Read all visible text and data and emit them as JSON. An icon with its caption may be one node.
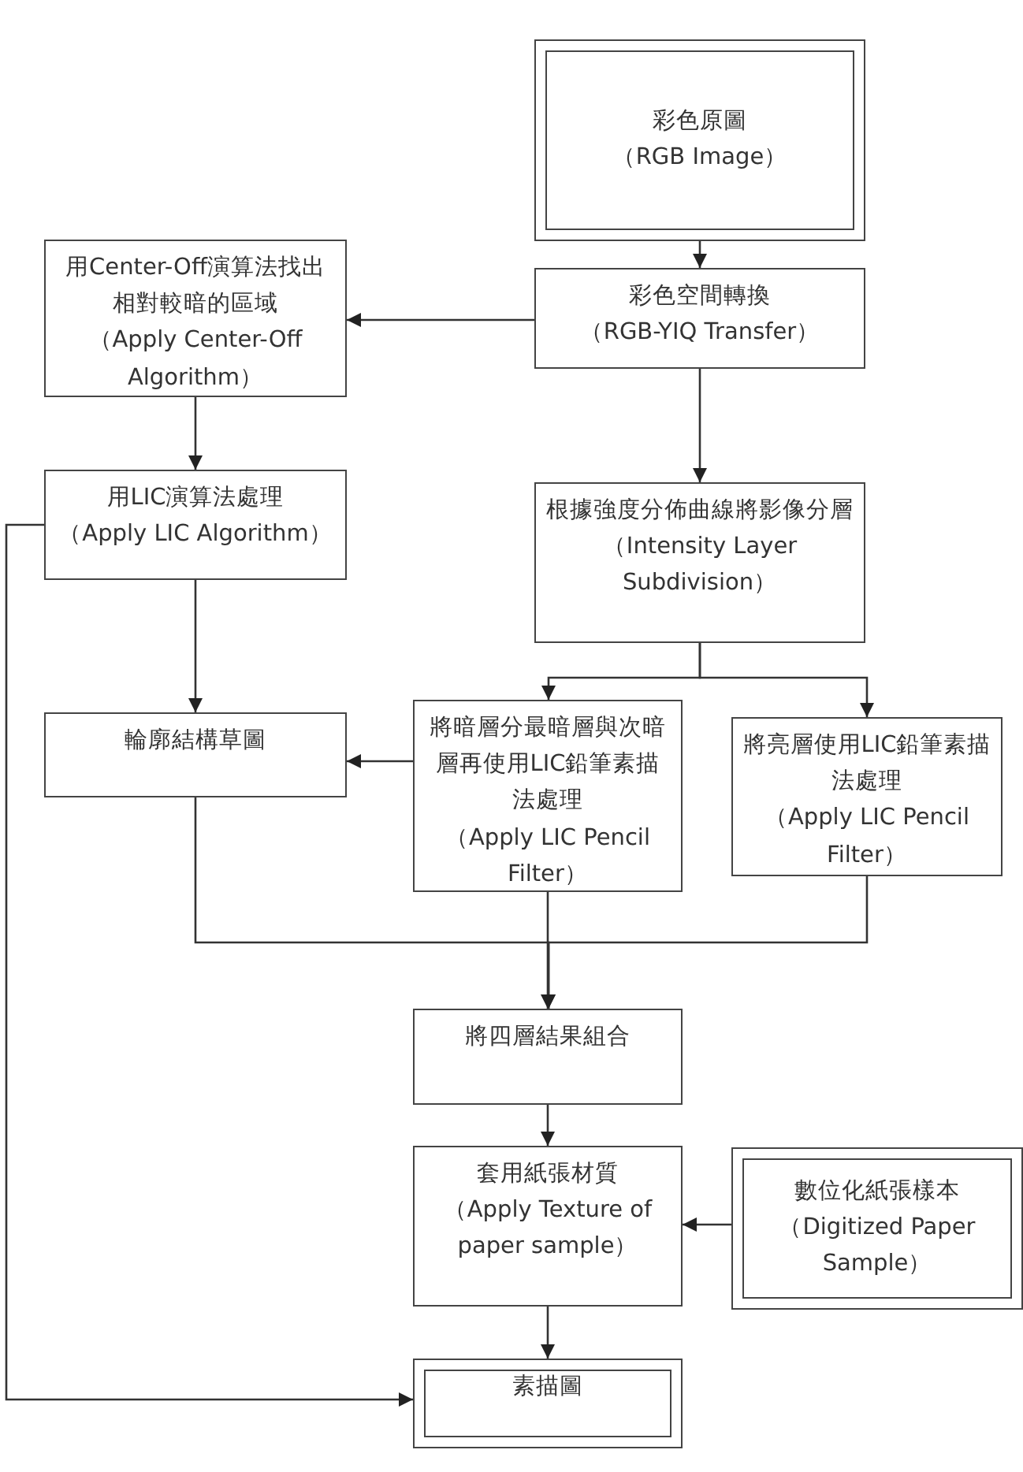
{
  "diagram": {
    "nodes": [
      {
        "text": [
          "彩色原圖",
          "（RGB Image）"
        ]
      },
      {
        "text": [
          "用Center-Off演算法找出相對較暗的區域",
          "（Apply Center-Off Algorithm）"
        ]
      },
      {
        "text": [
          "彩色空間轉換",
          "（RGB-YIQ Transfer）"
        ]
      },
      {
        "text": [
          "用LIC演算法處理",
          "（Apply LIC Algorithm）"
        ]
      },
      {
        "text": [
          "根據強度分佈曲線將影像分層（Intensity Layer Subdivision）"
        ]
      },
      {
        "text": [
          "輪廓結構草圖"
        ]
      },
      {
        "text": [
          "將暗層分最暗層與次暗層再使用LIC鉛筆素描法處理",
          "（Apply LIC Pencil Filter）"
        ]
      },
      {
        "text": [
          "將亮層使用LIC鉛筆素描法處理",
          "（Apply LIC Pencil Filter）"
        ]
      },
      {
        "text": [
          "將四層結果組合"
        ]
      },
      {
        "text": [
          "套用紙張材質",
          "（Apply Texture of paper sample）"
        ]
      },
      {
        "text": [
          "數位化紙張樣本",
          "（Digitized Paper Sample）"
        ]
      },
      {
        "text": [
          "素描圖"
        ]
      }
    ],
    "edges": [
      {
        "from": 0,
        "to": 2,
        "arrow": "to"
      },
      {
        "from": 2,
        "to": 1,
        "arrow": "to"
      },
      {
        "from": 1,
        "to": 3,
        "arrow": "to"
      },
      {
        "from": 3,
        "to": 5,
        "arrow": "to"
      },
      {
        "from": 2,
        "to": 4,
        "arrow": "to"
      },
      {
        "from": 4,
        "to": 6,
        "arrow": "to"
      },
      {
        "from": 4,
        "to": 7,
        "arrow": "to"
      },
      {
        "from": 6,
        "to": 5,
        "arrow": "to"
      },
      {
        "from": 5,
        "to": 8,
        "arrow": "to"
      },
      {
        "from": 6,
        "to": 8,
        "arrow": "to"
      },
      {
        "from": 7,
        "to": 8,
        "arrow": "to"
      },
      {
        "from": 8,
        "to": 9,
        "arrow": "to"
      },
      {
        "from": 10,
        "to": 9,
        "arrow": "to"
      },
      {
        "from": 9,
        "to": 11,
        "arrow": "to"
      },
      {
        "from": 3,
        "to": 11,
        "arrow": "to"
      }
    ]
  }
}
